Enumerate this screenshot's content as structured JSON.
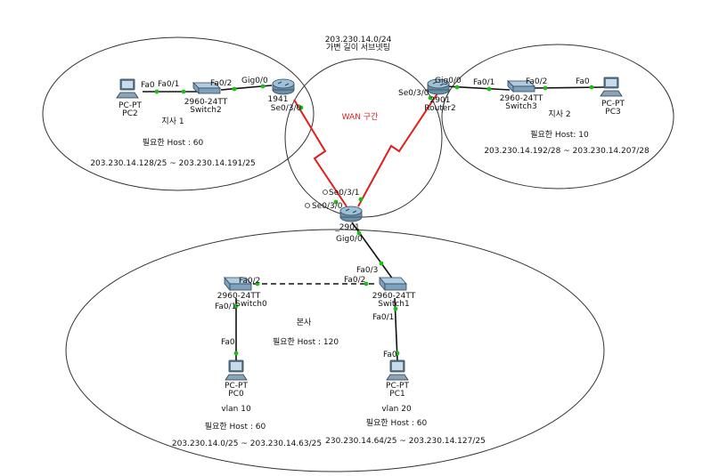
{
  "wan": {
    "network": "203.230.14.0/24",
    "subnet_note": "가변 길이 서브넷팅",
    "zone_label": "WAN 구간"
  },
  "branch1": {
    "name": "지사 1",
    "need_host": "필요한 Host : 60",
    "range": "203.230.14.128/25 ~ 203.230.14.191/25",
    "pc_type": "PC-PT",
    "pc_name": "PC2",
    "switch_model": "2960-24TT",
    "switch_name": "Switch2",
    "router_name": "1941",
    "labels": {
      "pc_fa0": "Fa0",
      "sw_fa01": "Fa0/1",
      "sw_fa02": "Fa0/2",
      "r_gig00": "Gig0/0",
      "r_se030": "Se0/3/0"
    }
  },
  "branch2": {
    "name": "지사 2",
    "need_host": "필요한 Host: 10",
    "range": "203.230.14.192/28 ~ 203.230.14.207/28",
    "pc_type": "PC-PT",
    "pc_name": "PC3",
    "switch_model": "2960-24TT",
    "switch_name": "Switch3",
    "router_model": "2901",
    "router_name": "Router2",
    "labels": {
      "r_se030": "Se0/3/0",
      "r_gig00": "Gig0/0",
      "sw_fa01": "Fa0/1",
      "sw_fa02": "Fa0/2",
      "pc_fa0": "Fa0"
    }
  },
  "hq": {
    "name": "본사",
    "need_host": "필요한 Host : 120",
    "router_name": "_2901",
    "labels": {
      "r_se031": "Se0/3/1",
      "r_se030": "Se0/3/0",
      "r_gig00": "Gig0/0"
    },
    "switch1": {
      "model": "2960-24TT",
      "name": "Switch1",
      "fa03": "Fa0/3",
      "fa02": "Fa0/2",
      "fa01": "Fa0/1"
    },
    "switch0": {
      "model": "2960-24TT",
      "name": "Switch0",
      "fa02": "Fa0/2",
      "fa01": "Fa0/1"
    },
    "vlan10": {
      "pc_type": "PC-PT",
      "pc_name": "PC0",
      "fa0": "Fa0",
      "vlan": "vlan 10",
      "need_host": "필요한 Host : 60",
      "range": "203.230.14.0/25 ~ 203.230.14.63/25"
    },
    "vlan20": {
      "pc_type": "PC-PT",
      "pc_name": "PC1",
      "fa0": "Fa0",
      "vlan": "vlan 20",
      "need_host": "필요한 Host : 60",
      "range": "230.230.14.64/25 ~ 203.230.14.127/25"
    }
  },
  "colors": {
    "serial_link": "#e01e1e",
    "ethernet_link": "#111111",
    "port_dot": "#18c018",
    "device_blue": "#6c8ea6"
  }
}
